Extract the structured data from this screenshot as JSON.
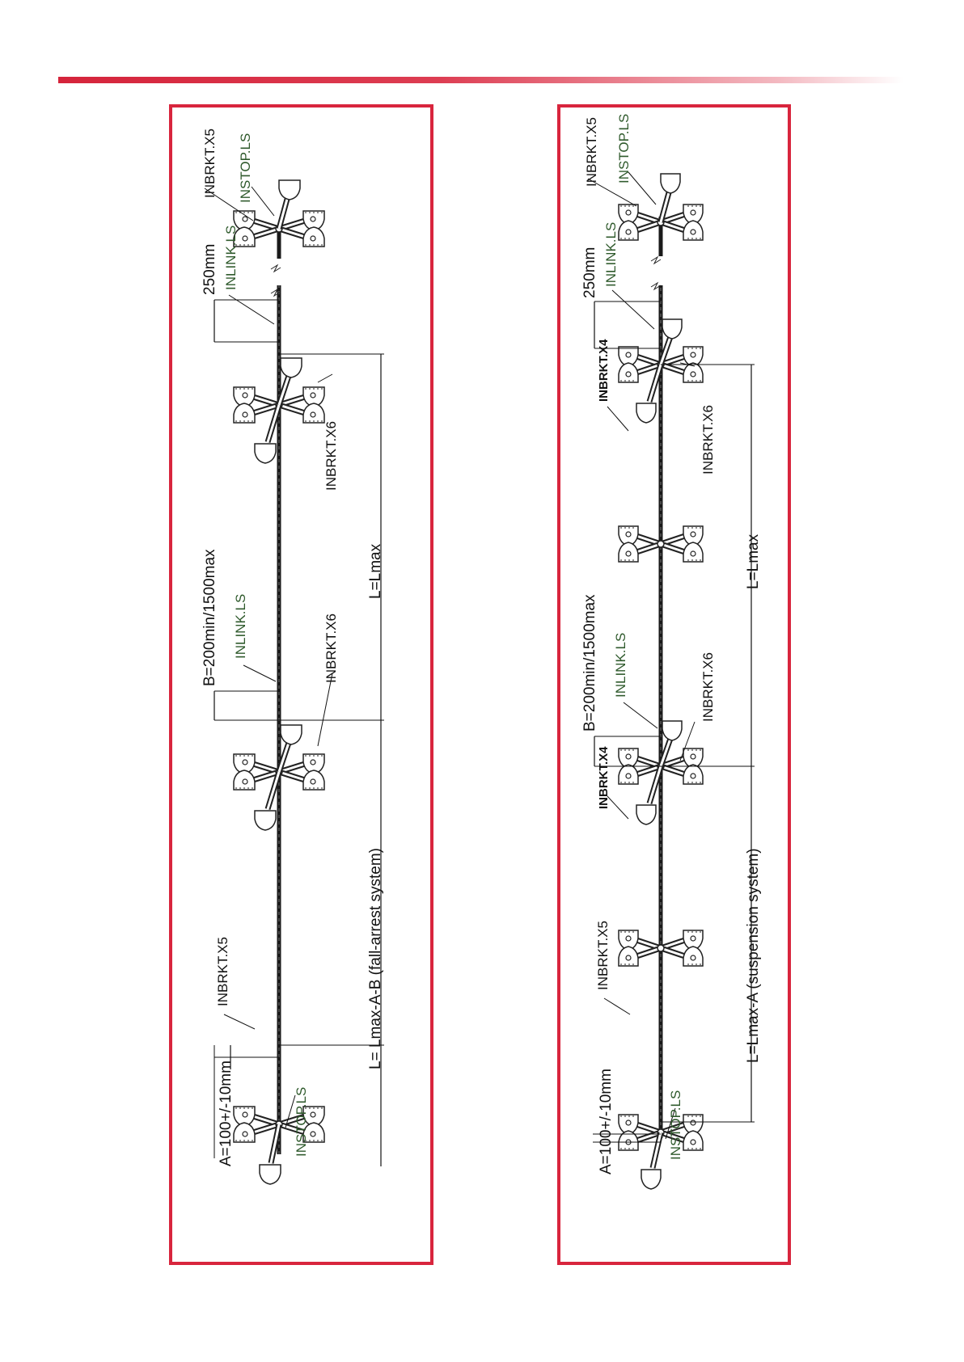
{
  "colors": {
    "accent": "#d8253d",
    "cable": "#1a1a1a",
    "label_green": "#2f5a2c"
  },
  "left_panel": {
    "caption_A": "A=100+/-10mm",
    "caption_bottom": "L= Lmax-A-B (fall-arrest system)",
    "caption_B": "B=200min/1500max",
    "caption_Lmax": "L=Lmax",
    "caption_250": "250mm",
    "label_instop_bottom": "INSTOP.LS",
    "label_inbrkt_x5_bottom": "INBRKT.X5",
    "label_inlink_mid": "INLINK.LS",
    "label_inbrkt_x6_mid": "INBRKT.X6",
    "label_inbrkt_x6_upper": "INBRKT.X6",
    "label_inlink_top": "INLINK.LS",
    "label_inbrkt_x5_top": "INBRKT.X5",
    "label_instop_top": "INSTOP.LS"
  },
  "right_panel": {
    "caption_A": "A=100+/-10mm",
    "caption_bottom": "L=Lmax-A (suspension system)",
    "caption_B": "B=200min/1500max",
    "caption_Lmax": "L=Lmax",
    "caption_250": "250mm",
    "label_instop_bottom": "INSTOP.LS",
    "label_inbrkt_x5_bottom": "INBRKT.X5",
    "label_inbrkt_x4_low": "INBRKT.X4",
    "label_inlink_mid": "INLINK.LS",
    "label_inbrkt_x6_mid": "INBRKT.X6",
    "label_inbrkt_x4_high": "INBRKT.X4",
    "label_inbrkt_x6_upper": "INBRKT.X6",
    "label_inlink_top": "INLINK.LS",
    "label_inbrkt_x5_top": "INBRKT.X5",
    "label_instop_top": "INSTOP.LS"
  }
}
